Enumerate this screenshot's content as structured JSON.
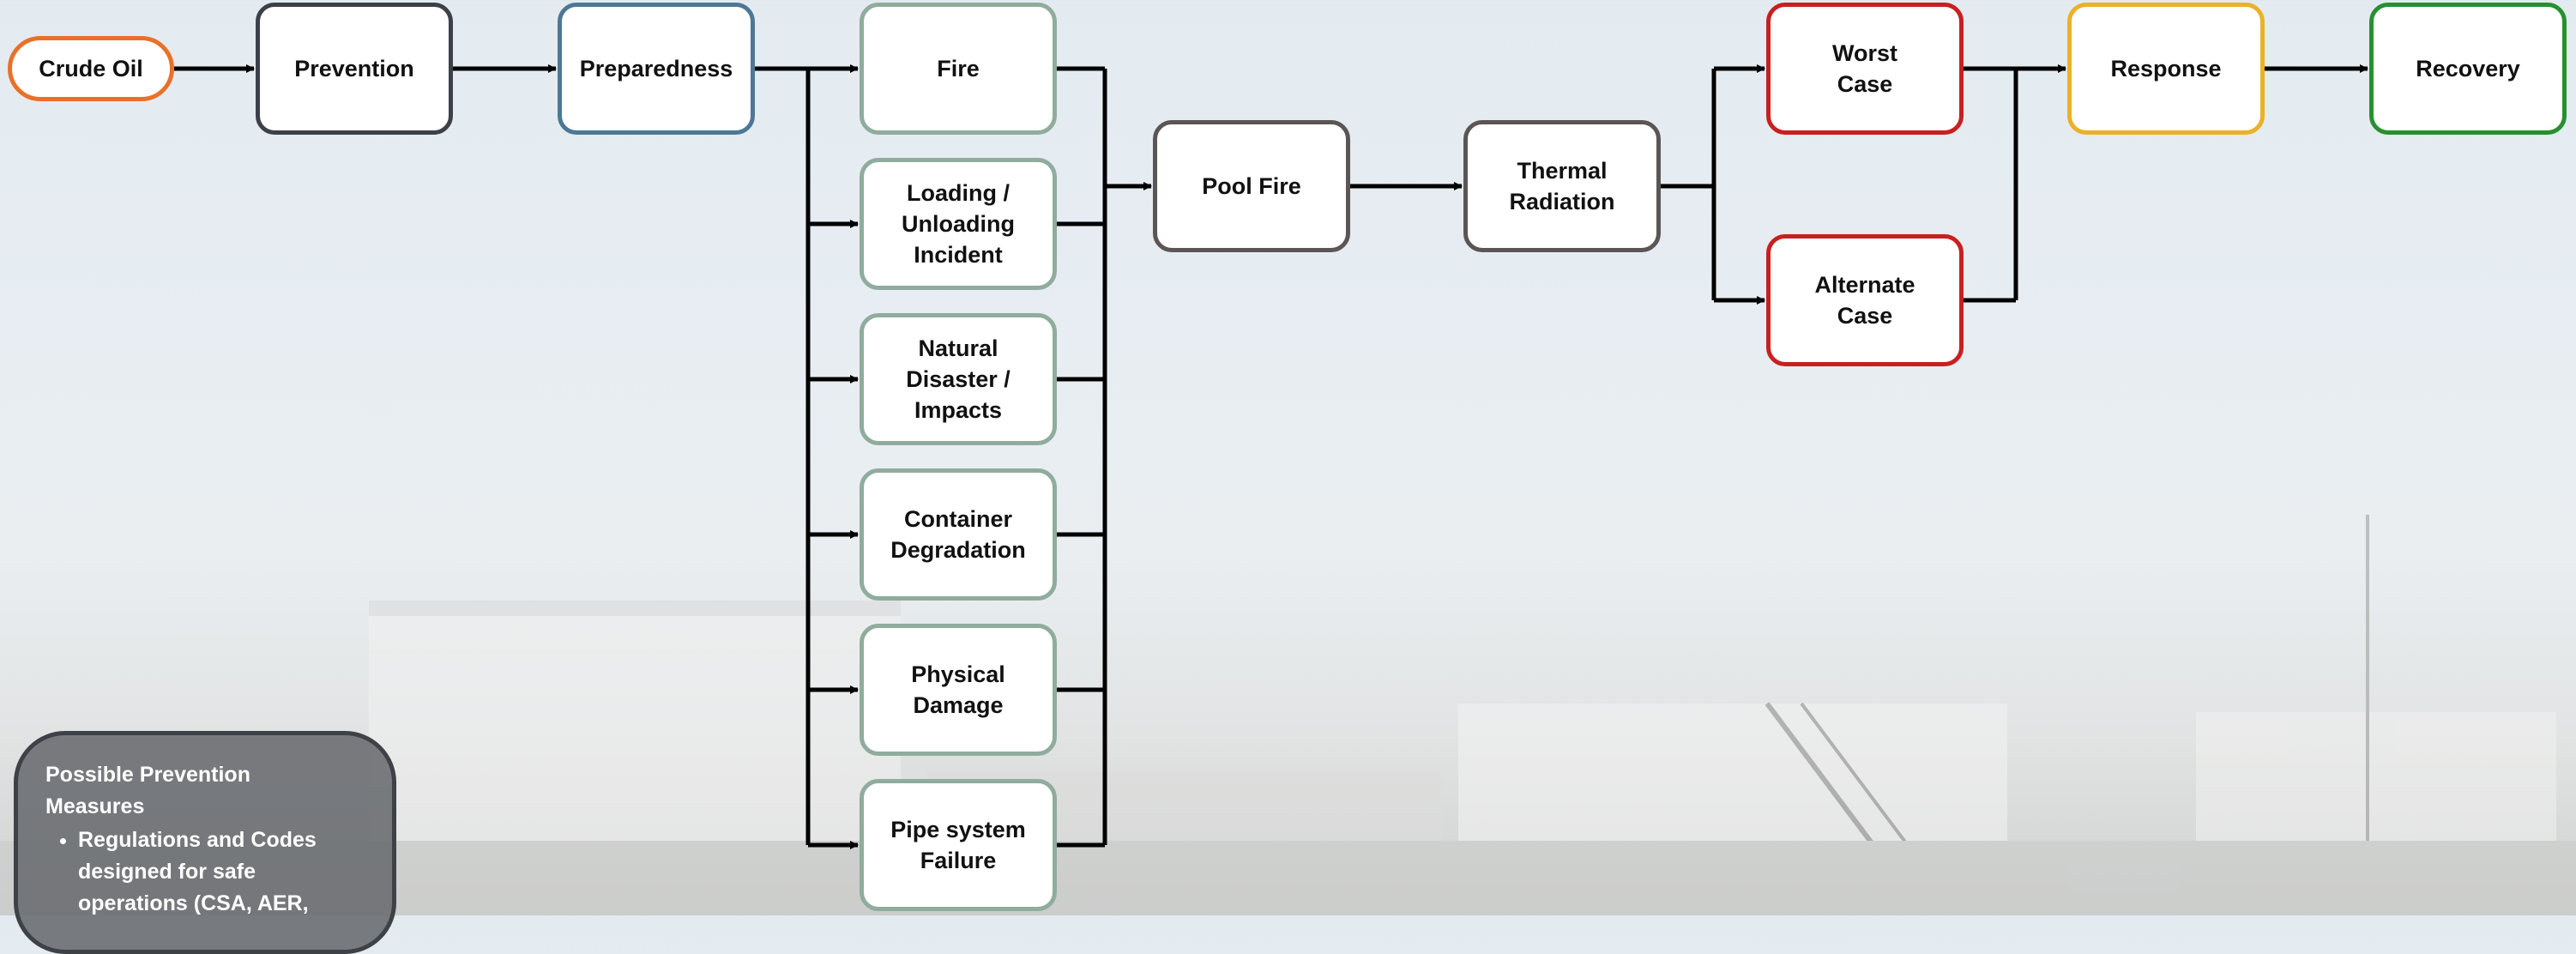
{
  "colors": {
    "crude_oil": "#ea7028",
    "prevention": "#3c4048",
    "preparedness": "#4d7895",
    "initiating_events": "#8fac9d",
    "consequence": "#5b5555",
    "worst_case": "#c8201f",
    "alternate_case": "#c8201f",
    "response": "#ebb128",
    "recovery": "#27902f",
    "arrow": "#000000"
  },
  "nodes": {
    "crude_oil": "Crude Oil",
    "prevention": "Prevention",
    "preparedness": "Preparedness",
    "initiating_events": [
      {
        "label": "Fire"
      },
      {
        "label": "Loading / Unloading Incident"
      },
      {
        "label": "Natural Disaster / Impacts"
      },
      {
        "label": "Container Degradation"
      },
      {
        "label": "Physical Damage"
      },
      {
        "label": "Pipe system Failure"
      }
    ],
    "pool_fire": "Pool Fire",
    "thermal_radiation": "Thermal Radiation",
    "worst_case": "Worst Case",
    "alternate_case": "Alternate Case",
    "response": "Response",
    "recovery": "Recovery"
  },
  "prevention_panel": {
    "title": "Possible Prevention Measures",
    "items": [
      "Regulations and Codes designed for safe operations (CSA, AER,"
    ]
  }
}
